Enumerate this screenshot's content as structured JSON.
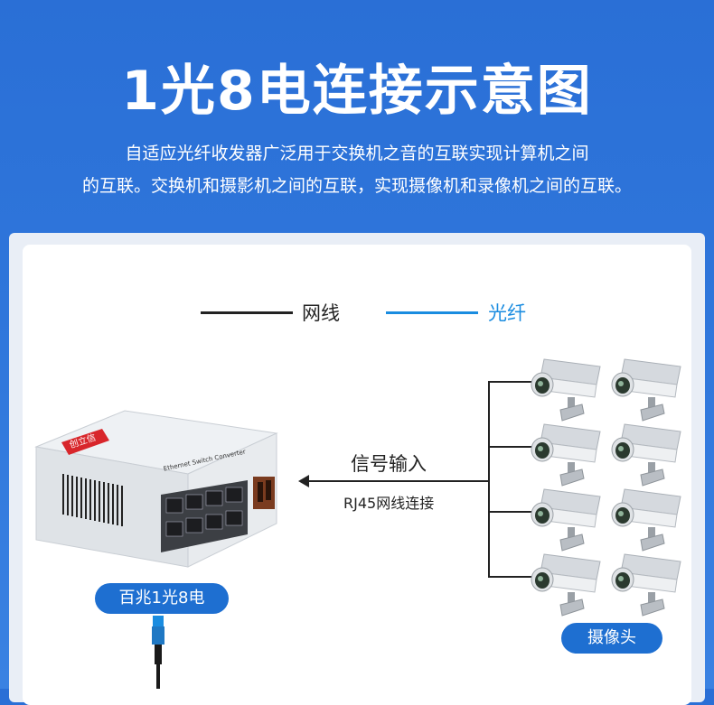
{
  "header": {
    "title": "1光8电连接示意图",
    "description_line1": "自适应光纤收发器广泛用于交换机之音的互联实现计算机之间",
    "description_line2": "的互联。交换机和摄影机之间的互联，实现摄像机和录像机之间的互联。"
  },
  "legend": {
    "network_cable": "网线",
    "fiber": "光纤"
  },
  "connection": {
    "signal_label": "信号输入",
    "cable_label": "RJ45网线连接"
  },
  "device": {
    "brand": "创立信",
    "model_text": "Ethernet Switch Converter",
    "badge": "百兆1光8电"
  },
  "cameras": {
    "label": "摄像头",
    "count": 8
  },
  "colors": {
    "primary_blue": "#1e6fd1",
    "fiber_line": "#1a8ce0",
    "brand_red": "#d8262b"
  }
}
